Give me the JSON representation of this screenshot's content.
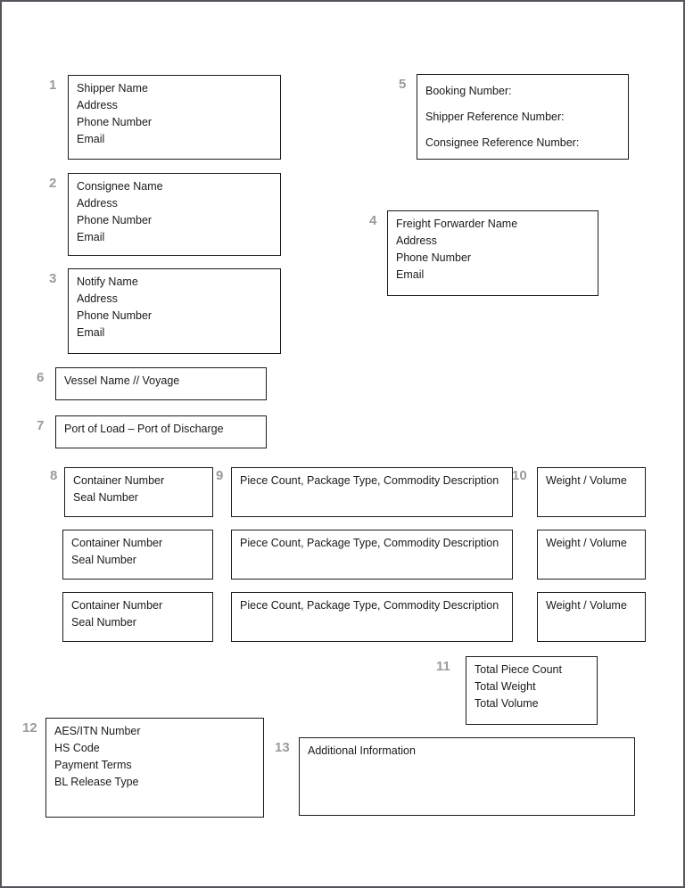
{
  "page": {
    "background": "#ffffff",
    "page_border_color": "#55555c",
    "box_border_color": "#1c1c1c",
    "number_color": "#9b9b9e",
    "text_color": "#1a1a1a"
  },
  "boxes": {
    "shipper": {
      "number": "1",
      "lines": [
        "Shipper Name",
        "Address",
        "Phone Number",
        "Email"
      ]
    },
    "consignee": {
      "number": "2",
      "lines": [
        "Consignee Name",
        "Address",
        "Phone Number",
        "Email"
      ]
    },
    "notify": {
      "number": "3",
      "lines": [
        "Notify Name",
        "Address",
        "Phone Number",
        "Email"
      ]
    },
    "freight_forwarder": {
      "number": "4",
      "lines": [
        "Freight Forwarder Name",
        "Address",
        "Phone Number",
        "Email"
      ]
    },
    "references": {
      "number": "5",
      "lines": [
        "Booking Number:",
        "Shipper Reference Number:",
        "Consignee Reference Number:"
      ]
    },
    "vessel": {
      "number": "6",
      "lines": [
        "Vessel Name // Voyage"
      ]
    },
    "ports": {
      "number": "7",
      "lines": [
        "Port of Load – Port of Discharge"
      ]
    },
    "totals": {
      "number": "11",
      "lines": [
        "Total Piece Count",
        "Total Weight",
        "Total Volume"
      ]
    },
    "customs": {
      "number": "12",
      "lines": [
        "AES/ITN Number",
        "HS Code",
        "Payment Terms",
        "BL Release Type"
      ]
    },
    "additional": {
      "number": "13",
      "lines": [
        "Additional Information"
      ]
    }
  },
  "cargo_table": {
    "column_numbers": {
      "container": "8",
      "description": "9",
      "weight": "10"
    },
    "rows": [
      {
        "container_lines": [
          "Container Number",
          "Seal Number"
        ],
        "description": "Piece Count, Package Type, Commodity Description",
        "weight": "Weight / Volume"
      },
      {
        "container_lines": [
          "Container Number",
          "Seal Number"
        ],
        "description": "Piece Count, Package Type, Commodity Description",
        "weight": "Weight / Volume"
      },
      {
        "container_lines": [
          "Container Number",
          "Seal Number"
        ],
        "description": "Piece Count, Package Type, Commodity Description",
        "weight": "Weight / Volume"
      }
    ]
  }
}
